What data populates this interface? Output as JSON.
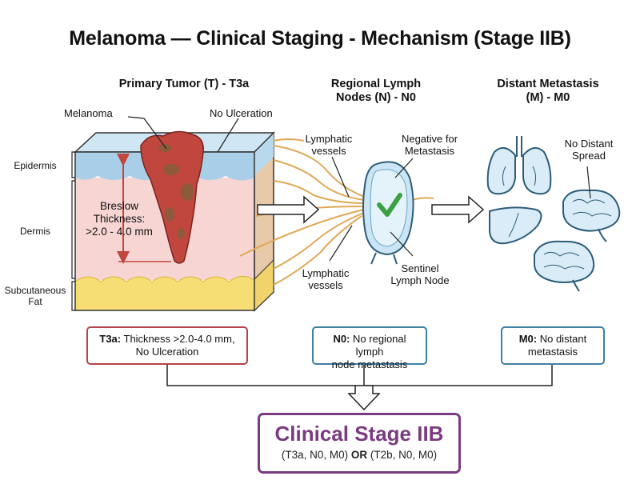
{
  "title": "Melanoma — Clinical Staging - Mechanism (Stage IIB)",
  "columns": {
    "t": {
      "heading": "Primary Tumor (T) - T3a"
    },
    "n": {
      "heading_line1": "Regional Lymph",
      "heading_line2": "Nodes (N) - N0"
    },
    "m": {
      "heading_line1": "Distant Metastasis",
      "heading_line2": "(M) - M0"
    }
  },
  "skin": {
    "melanoma_label": "Melanoma",
    "ulceration_label": "No Ulceration",
    "layers": {
      "epidermis": "Epidermis",
      "dermis": "Dermis",
      "subcutaneous_line1": "Subcutaneous",
      "subcutaneous_line2": "Fat"
    },
    "breslow_line1": "Breslow",
    "breslow_line2": "Thickness:",
    "breslow_line3": ">2.0 - 4.0 mm"
  },
  "node": {
    "lymphatic_top_line1": "Lymphatic",
    "lymphatic_top_line2": "vessels",
    "lymphatic_bottom_line1": "Lymphatic",
    "lymphatic_bottom_line2": "vessels",
    "negative_line1": "Negative for",
    "negative_line2": "Metastasis",
    "sentinel_line1": "Sentinel",
    "sentinel_line2": "Lymph Node"
  },
  "metastasis": {
    "no_spread_line1": "No Distant",
    "no_spread_line2": "Spread"
  },
  "boxes": {
    "t": {
      "bold": "T3a:",
      "line1_rest": " Thickness >2.0-4.0 mm,",
      "line2": "No Ulceration"
    },
    "n": {
      "bold": "N0:",
      "line1_rest": " No regional lymph",
      "line2": "node metastasis"
    },
    "m": {
      "bold": "M0:",
      "line1_rest": " No distant",
      "line2": "metastasis"
    }
  },
  "stage": {
    "title": "Clinical Stage IIB",
    "sub_part1": "(T3a, N0, M0) ",
    "sub_or": "OR",
    "sub_part2": " (T2b, N0, M0)"
  },
  "colors": {
    "tumor_red": "#c0463e",
    "stage_purple": "#7a3b80",
    "box_t_border": "#b5434a",
    "box_n_border": "#3e7fa6",
    "check_green": "#3aa040",
    "organ_blue": "#d9ecf7"
  }
}
